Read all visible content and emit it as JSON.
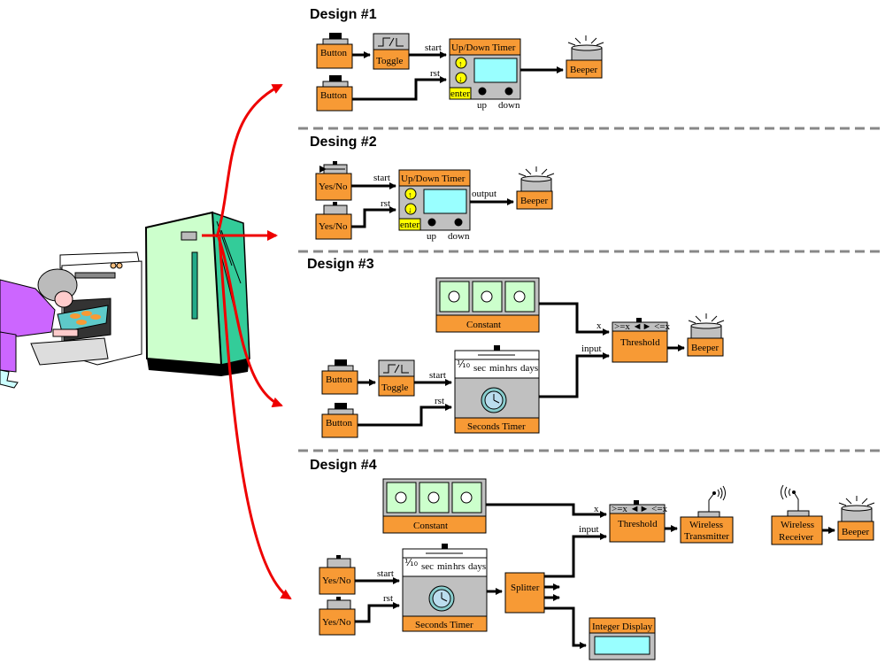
{
  "designs": [
    {
      "title": "Design #1",
      "blocks": {
        "button1": "Button",
        "button2": "Button",
        "toggle": "Toggle",
        "timer": "Up/Down Timer",
        "enter": "enter",
        "up": "up",
        "down": "down",
        "beeper": "Beeper"
      },
      "wires": {
        "start": "start",
        "rst": "rst"
      }
    },
    {
      "title": "Desing #2",
      "blocks": {
        "yesno1": "Yes/No",
        "yesno2": "Yes/No",
        "timer": "Up/Down Timer",
        "enter": "enter",
        "up": "up",
        "down": "down",
        "beeper": "Beeper"
      },
      "wires": {
        "start": "start",
        "rst": "rst",
        "output": "output"
      }
    },
    {
      "title": "Design #3",
      "blocks": {
        "constant": "Constant",
        "button1": "Button",
        "button2": "Button",
        "toggle": "Toggle",
        "seconds_timer": "Seconds Timer",
        "threshold": "Threshold",
        "threshold_range": ">=x ◄► <=x",
        "beeper": "Beeper"
      },
      "timer_units": [
        "⅒ sec",
        "sec",
        "min",
        "hrs",
        "days"
      ],
      "wires": {
        "start": "start",
        "rst": "rst",
        "x": "x",
        "input": "input"
      }
    },
    {
      "title": "Design #4",
      "blocks": {
        "constant": "Constant",
        "yesno1": "Yes/No",
        "yesno2": "Yes/No",
        "seconds_timer": "Seconds Timer",
        "splitter": "Splitter",
        "threshold": "Threshold",
        "threshold_range": ">=x ◄► <=x",
        "transmitter_1": "Wireless",
        "transmitter_2": "Transmitter",
        "receiver_1": "Wireless",
        "receiver_2": "Receiver",
        "beeper": "Beeper",
        "integer_display": "Integer Display"
      },
      "timer_units": [
        "⅒ sec",
        "sec",
        "min",
        "hrs",
        "days"
      ],
      "wires": {
        "start": "start",
        "rst": "rst",
        "x": "x",
        "input": "input"
      }
    }
  ],
  "colors": {
    "block": "#f79a35",
    "panel": "#c0c0c0",
    "screen": "#99ffff",
    "arrow": "#ee0000",
    "fridge": "#33cc99",
    "fridge_door": "#ccffcc"
  }
}
